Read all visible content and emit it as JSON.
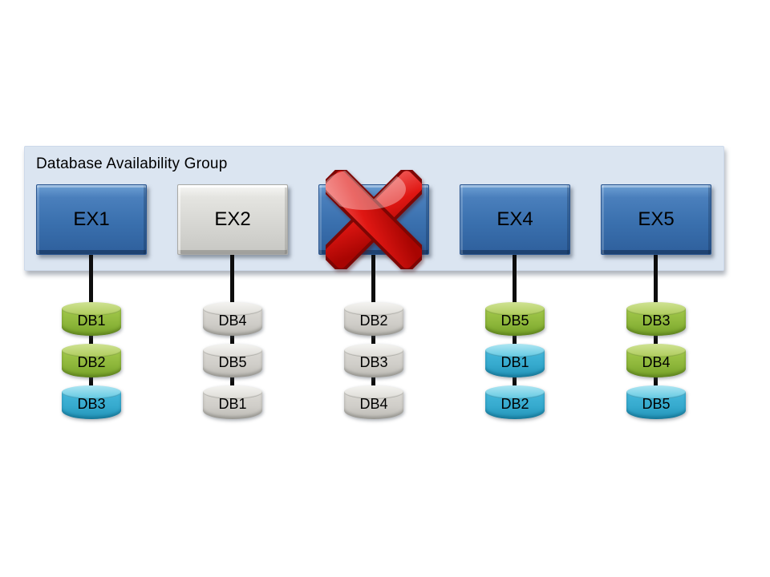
{
  "title": "Database Availability Group",
  "colors": {
    "dag_background": "#dbe5f1",
    "server_blue": "#3a70ae",
    "server_gray": "#d7d7d3",
    "db_green_active": "#8db63a",
    "db_blue_active": "#35a9cd",
    "db_gray_passive": "#cfcdc8",
    "failure_x_red": "#d60f0c",
    "connector_black": "#0d0d0d"
  },
  "servers": [
    {
      "label": "EX1",
      "state": "online",
      "databases": [
        {
          "label": "DB1",
          "color": "green"
        },
        {
          "label": "DB2",
          "color": "green"
        },
        {
          "label": "DB3",
          "color": "blue"
        }
      ]
    },
    {
      "label": "EX2",
      "state": "online-gray",
      "databases": [
        {
          "label": "DB4",
          "color": "gray"
        },
        {
          "label": "DB5",
          "color": "gray"
        },
        {
          "label": "DB1",
          "color": "gray"
        }
      ]
    },
    {
      "label": "",
      "state": "failed",
      "icon": "red-x-icon",
      "databases": [
        {
          "label": "DB2",
          "color": "gray"
        },
        {
          "label": "DB3",
          "color": "gray"
        },
        {
          "label": "DB4",
          "color": "gray"
        }
      ]
    },
    {
      "label": "EX4",
      "state": "online",
      "databases": [
        {
          "label": "DB5",
          "color": "green"
        },
        {
          "label": "DB1",
          "color": "blue"
        },
        {
          "label": "DB2",
          "color": "blue"
        }
      ]
    },
    {
      "label": "EX5",
      "state": "online",
      "databases": [
        {
          "label": "DB3",
          "color": "green"
        },
        {
          "label": "DB4",
          "color": "green"
        },
        {
          "label": "DB5",
          "color": "blue"
        }
      ]
    }
  ]
}
